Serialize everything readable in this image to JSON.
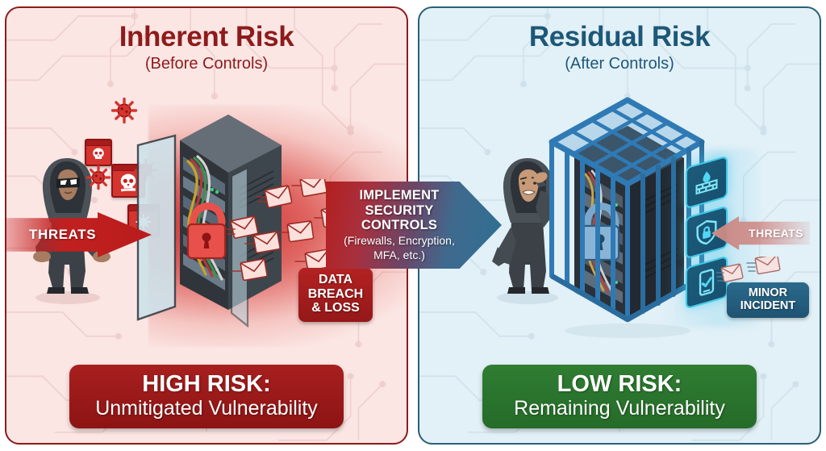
{
  "left_panel": {
    "title": "Inherent Risk",
    "subtitle": "(Before Controls)",
    "title_color": "#8e1b1b",
    "background_color": "#fbe6e4",
    "border_color": "#8e1b1b",
    "threat_arrow_label": "THREATS",
    "data_breach_label_line1": "DATA",
    "data_breach_label_line2": "BREACH",
    "data_breach_label_line3": "& LOSS",
    "banner": {
      "line1": "HIGH RISK:",
      "line2": "Unmitigated Vulnerability",
      "color": "#a81f1f"
    },
    "icons": [
      "hooded-hacker-icon",
      "skull-malware-icon",
      "skull-crossbones-icon",
      "bug-malware-icon",
      "virus-icon",
      "open-server-rack-icon",
      "unlocked-red-padlock-icon",
      "leaking-envelope-icon"
    ]
  },
  "right_panel": {
    "title": "Residual Risk",
    "subtitle": "(After Controls)",
    "title_color": "#1d5878",
    "background_color": "#e2f0f7",
    "border_color": "#2b5f78",
    "threat_arrow_label": "THREATS",
    "minor_incident_label_line1": "MINOR",
    "minor_incident_label_line2": "INCIDENT",
    "banner": {
      "line1": "LOW RISK:",
      "line2": "Remaining Vulnerability",
      "color": "#2f7d32"
    },
    "icons": [
      "frustrated-hooded-hacker-icon",
      "caged-server-rack-icon",
      "locked-blue-padlock-icon",
      "firewall-icon",
      "shield-lock-icon",
      "mfa-phone-check-icon",
      "blocked-envelope-icon"
    ]
  },
  "center_arrow": {
    "line1": "IMPLEMENT",
    "line2": "SECURITY CONTROLS",
    "line3": "(Firewalls, Encryption,",
    "line4": "MFA, etc.)",
    "gradient_from": "#b41f1f",
    "gradient_to": "#2f6f93"
  }
}
